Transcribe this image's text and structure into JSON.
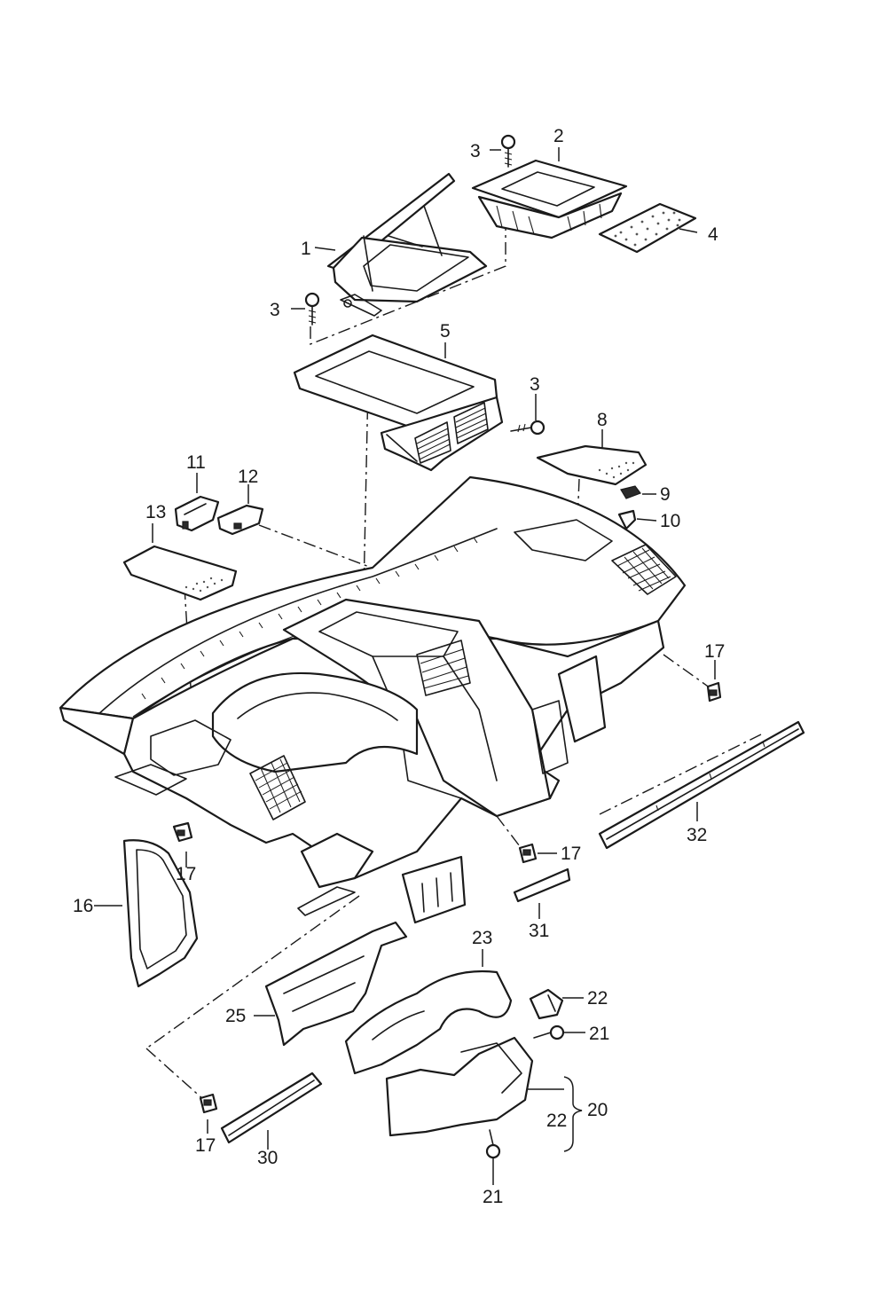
{
  "callouts": [
    {
      "id": "c1",
      "text": "1"
    },
    {
      "id": "c2",
      "text": "2"
    },
    {
      "id": "c3a",
      "text": "3"
    },
    {
      "id": "c3b",
      "text": "3"
    },
    {
      "id": "c3c",
      "text": "3"
    },
    {
      "id": "c4",
      "text": "4"
    },
    {
      "id": "c5",
      "text": "5"
    },
    {
      "id": "c8",
      "text": "8"
    },
    {
      "id": "c9",
      "text": "9"
    },
    {
      "id": "c10",
      "text": "10"
    },
    {
      "id": "c11",
      "text": "11"
    },
    {
      "id": "c12",
      "text": "12"
    },
    {
      "id": "c13",
      "text": "13"
    },
    {
      "id": "c16",
      "text": "16"
    },
    {
      "id": "c17a",
      "text": "17"
    },
    {
      "id": "c17b",
      "text": "17"
    },
    {
      "id": "c17c",
      "text": "17"
    },
    {
      "id": "c17d",
      "text": "17"
    },
    {
      "id": "c20",
      "text": "20"
    },
    {
      "id": "c21a",
      "text": "21"
    },
    {
      "id": "c21b",
      "text": "21"
    },
    {
      "id": "c22a",
      "text": "22"
    },
    {
      "id": "c22b",
      "text": "22"
    },
    {
      "id": "c23",
      "text": "23"
    },
    {
      "id": "c25",
      "text": "25"
    },
    {
      "id": "c30",
      "text": "30"
    },
    {
      "id": "c31",
      "text": "31"
    },
    {
      "id": "c32",
      "text": "32"
    }
  ]
}
